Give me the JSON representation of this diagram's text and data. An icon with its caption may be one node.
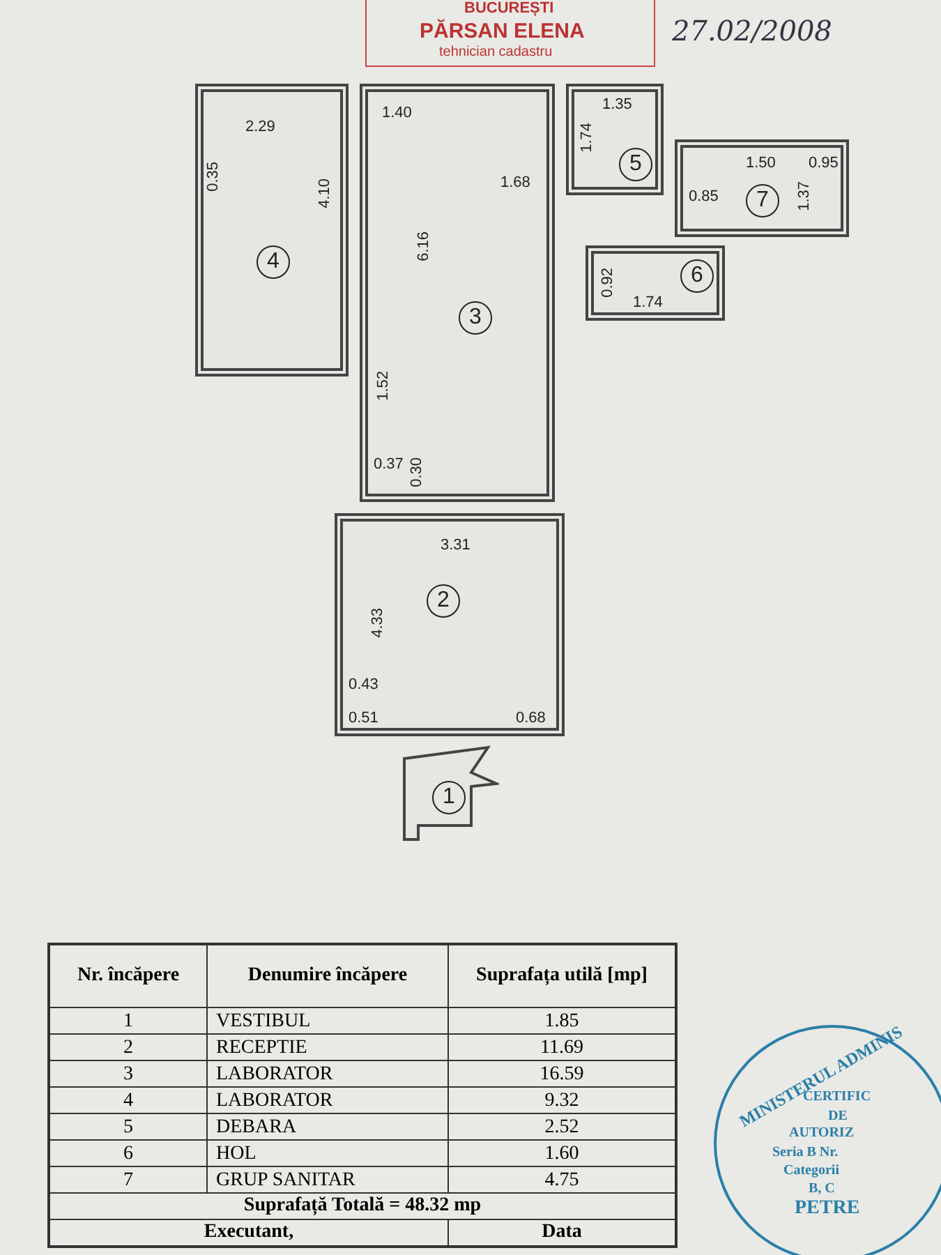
{
  "diagram": {
    "nodes": [
      {
        "text": [
          "2.29",
          "0.35",
          "4.10",
          "4"
        ]
      },
      {
        "text": [
          "1.40",
          "1.68",
          "6.16",
          "3",
          "1.52",
          "0.37",
          "0.30"
        ]
      },
      {
        "text": [
          "1.35",
          "1.74",
          "5"
        ]
      },
      {
        "text": [
          "1.50",
          "0.95",
          "0.85",
          "7",
          "1.37"
        ]
      },
      {
        "text": [
          "6",
          "0.92",
          "1.74"
        ]
      },
      {
        "text": [
          "3.31",
          "2",
          "4.33",
          "0.43",
          "0.51",
          "0.68"
        ]
      },
      {
        "text": [
          "1"
        ]
      }
    ],
    "labels": [
      "BUCUREȘTI",
      "PĂRSAN ELENA",
      "tehnician cadastru",
      "27.02/2008",
      "Nr. încăpere",
      "Denumire încăpere",
      "Suprafața utilă [mp]",
      "1",
      "VESTIBUL",
      "1.85",
      "2",
      "RECEPTIE",
      "11.69",
      "3",
      "LABORATOR",
      "16.59",
      "4",
      "LABORATOR",
      "9.32",
      "5",
      "DEBARA",
      "2.52",
      "6",
      "HOL",
      "1.60",
      "7",
      "GRUP SANITAR",
      "4.75",
      "Suprafață Totală = 48.32 mp",
      "Executant,",
      "Data",
      "MINISTERUL ADMINIS",
      "CERTIFIC",
      "DE",
      "AUTORIZ",
      "Seria B Nr.",
      "Categorii",
      "B, C",
      "PETRE"
    ]
  }
}
